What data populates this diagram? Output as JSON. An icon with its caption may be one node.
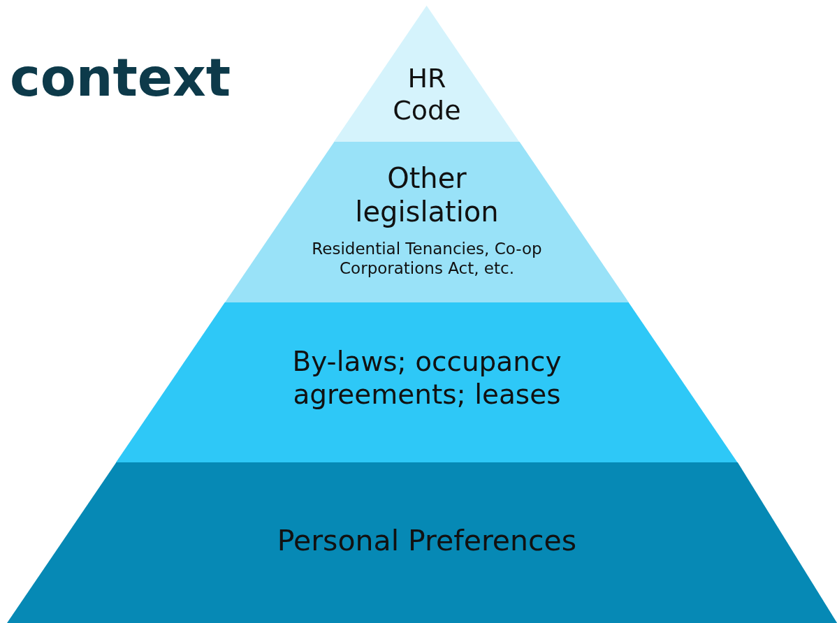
{
  "diagram": {
    "title": "context",
    "nodes": [
      {
        "text": [
          "HR Code"
        ]
      },
      {
        "text": [
          "Other legislation",
          "Residential Tenancies, Co-op Corporations Act, etc."
        ]
      },
      {
        "text": [
          "By-laws; occupancy agreements; leases"
        ]
      },
      {
        "text": [
          "Personal Preferences"
        ]
      }
    ]
  }
}
